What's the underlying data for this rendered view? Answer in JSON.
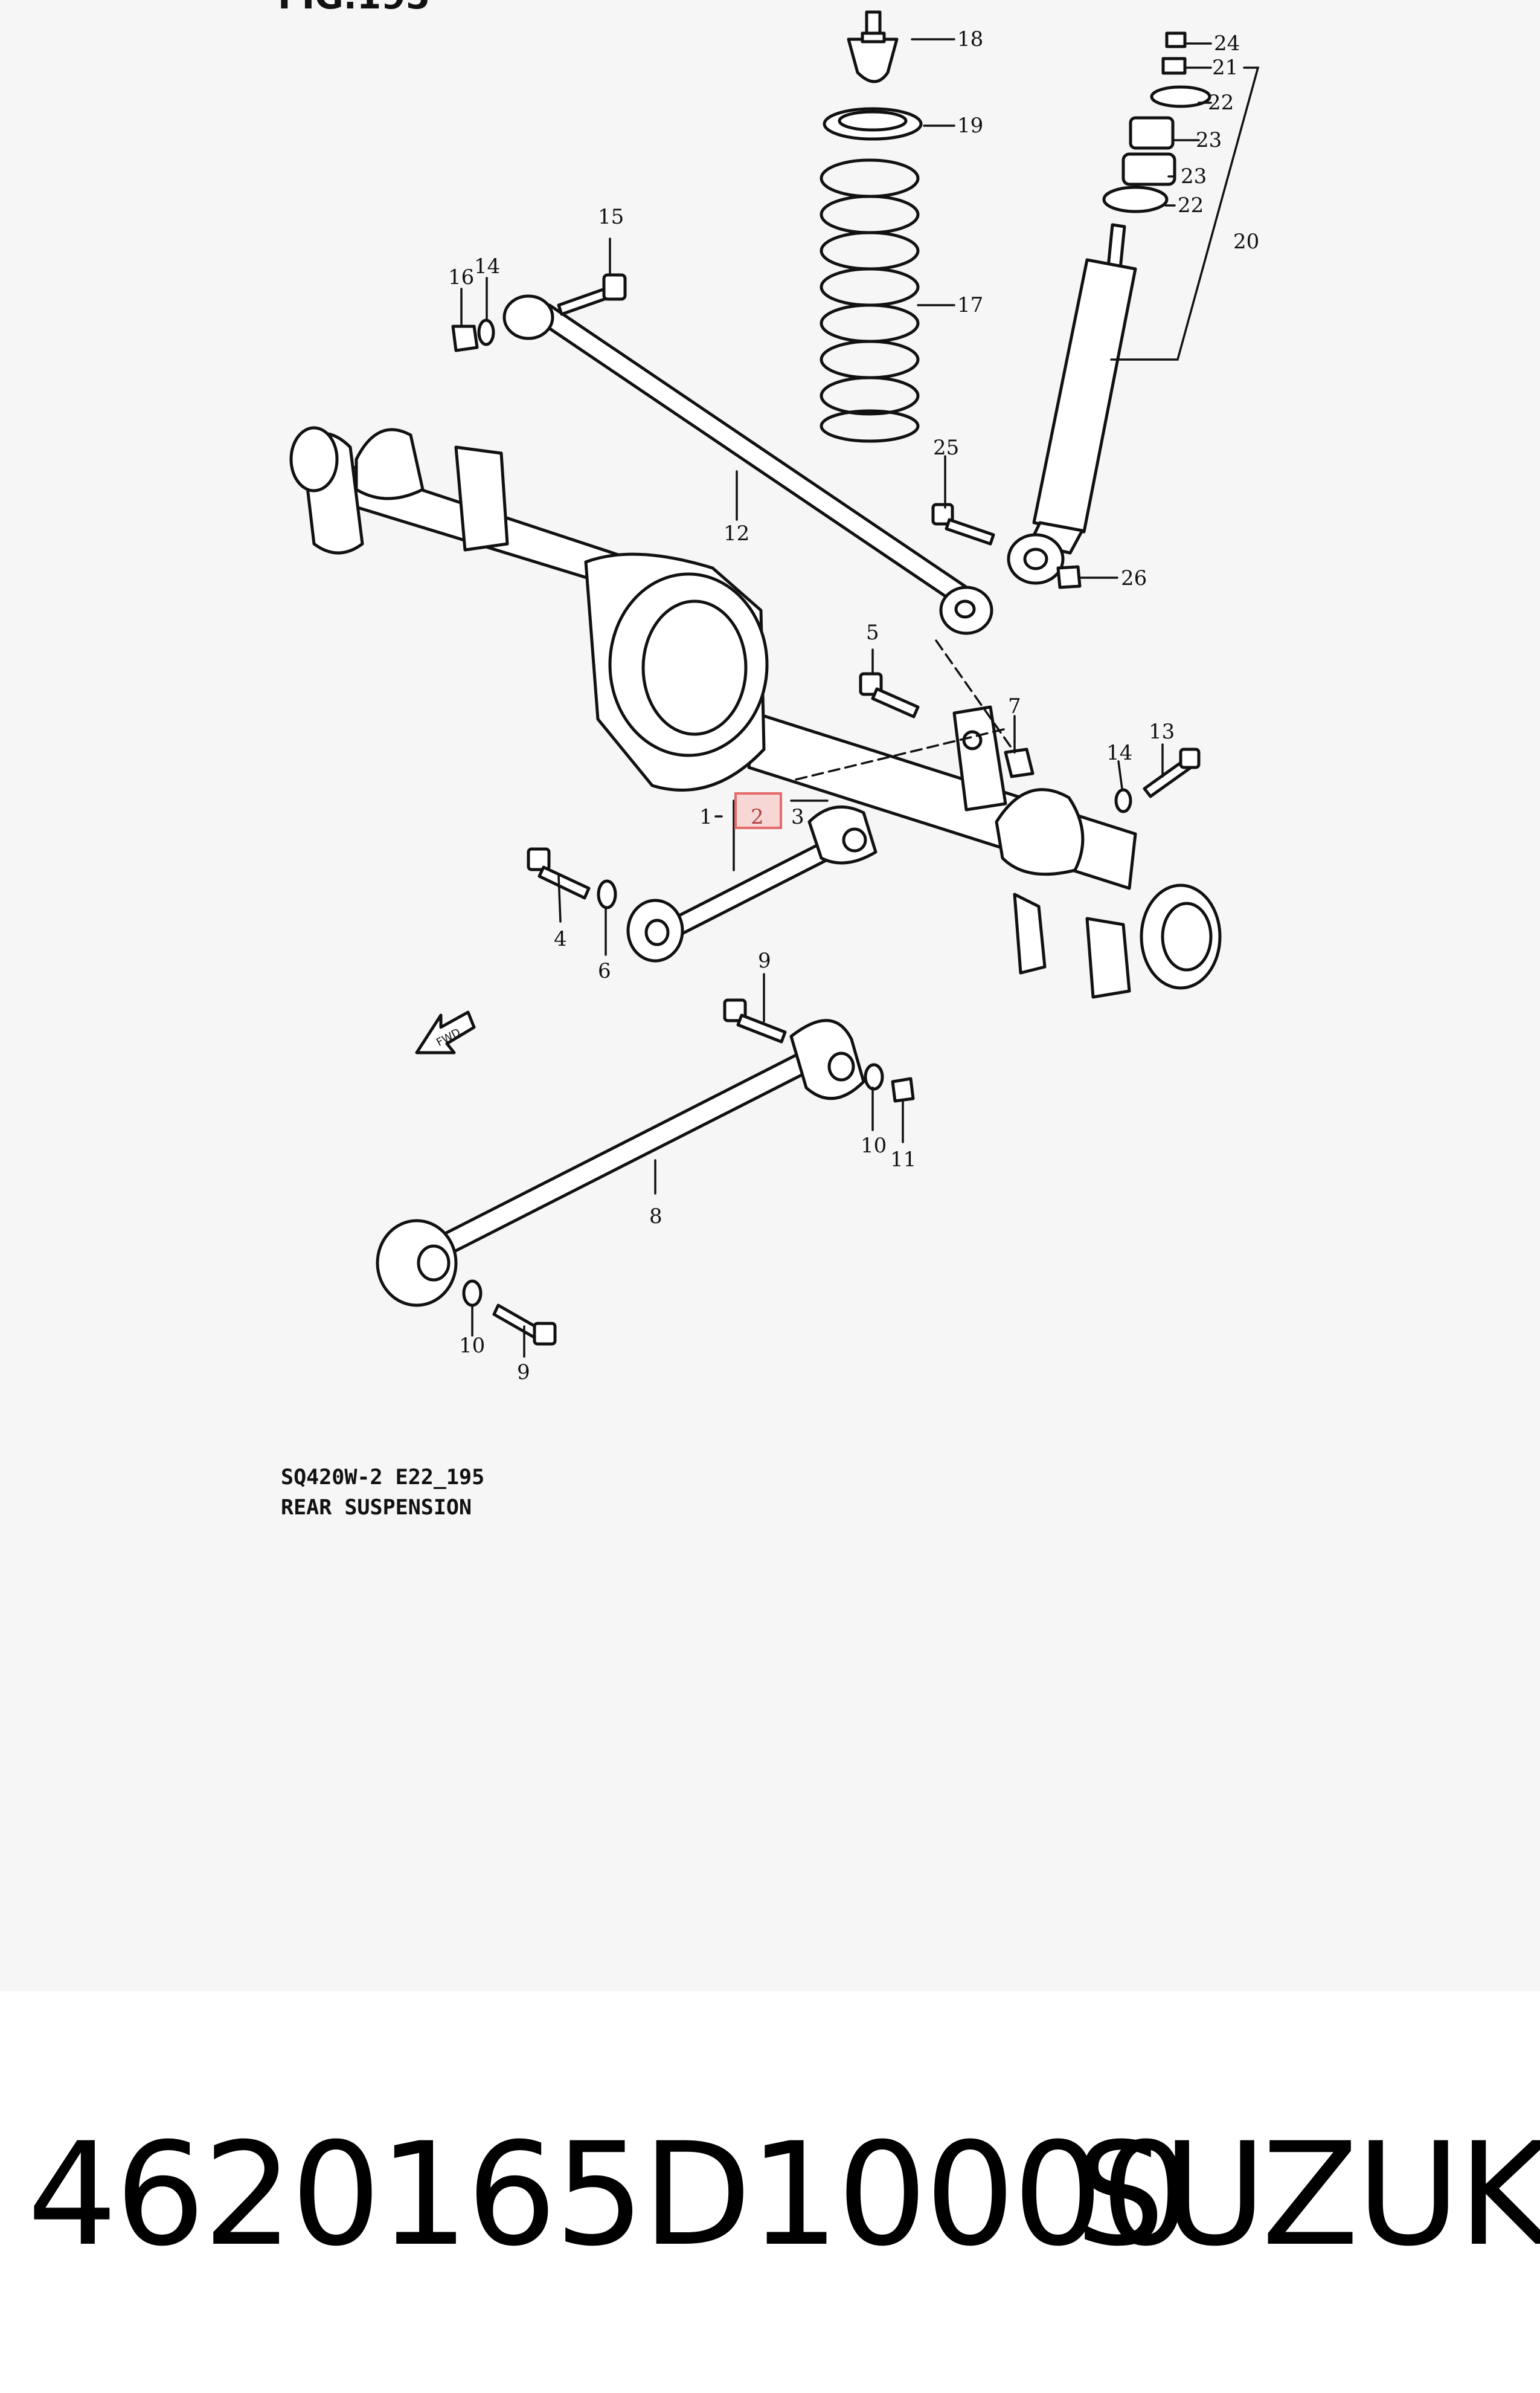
{
  "figure": {
    "header_fragment": "FIG.195",
    "caption_code": "SQ420W-2 E22_195",
    "caption_title": "REAR SUSPENSION",
    "fwd_label": "FWD",
    "highlight_color": "#e56b6b",
    "callouts": {
      "c1": "1",
      "c2": "2",
      "c3": "3",
      "c4": "4",
      "c5": "5",
      "c6": "6",
      "c7": "7",
      "c8": "8",
      "c9": "9",
      "c10": "10",
      "c11": "11",
      "c12": "12",
      "c13": "13",
      "c14": "14",
      "c15": "15",
      "c16": "16",
      "c17": "17",
      "c18": "18",
      "c19": "19",
      "c20": "20",
      "c21": "21",
      "c22": "22",
      "c23": "23",
      "c24": "24",
      "c25": "25",
      "c26": "26"
    }
  },
  "product": {
    "part_number": "4620165D10000",
    "brand": "SUZUKI"
  }
}
